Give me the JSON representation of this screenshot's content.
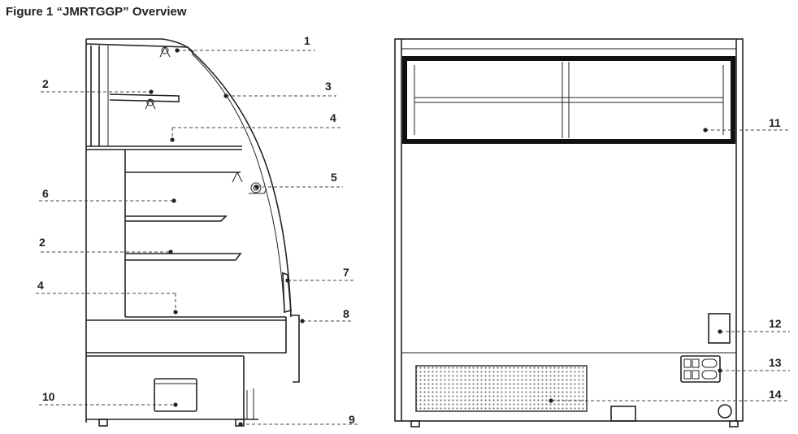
{
  "figure_title": "Figure 1 “JMRTGGP” Overview",
  "callouts": [
    "1",
    "2",
    "3",
    "4",
    "5",
    "6",
    "2",
    "4",
    "7",
    "8",
    "9",
    "10",
    "11",
    "12",
    "13",
    "14"
  ]
}
